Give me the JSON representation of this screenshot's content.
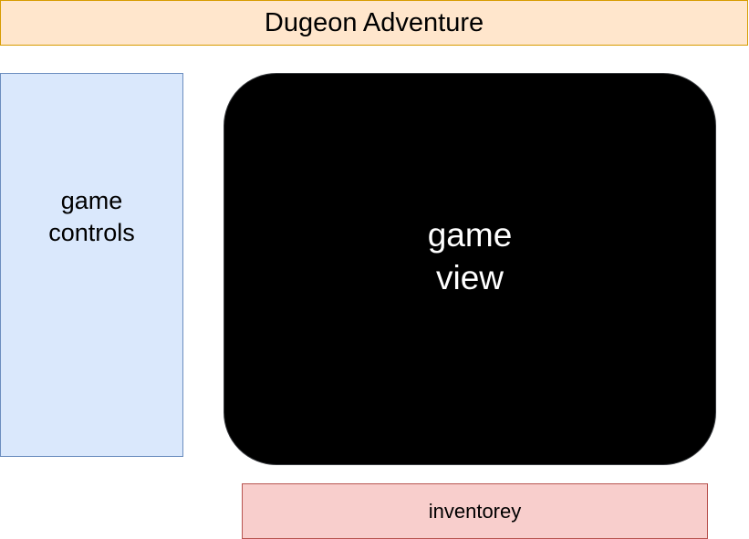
{
  "header": {
    "title": "Dugeon Adventure"
  },
  "controls": {
    "label": "game\ncontrols"
  },
  "view": {
    "label": "game\nview"
  },
  "inventory": {
    "label": "inventorey"
  },
  "colors": {
    "header_fill": "#ffe6cc",
    "header_stroke": "#d79b00",
    "controls_fill": "#dae8fc",
    "controls_stroke": "#6c8ebf",
    "view_fill": "#000000",
    "inventory_fill": "#f8cecc",
    "inventory_stroke": "#b85450"
  }
}
